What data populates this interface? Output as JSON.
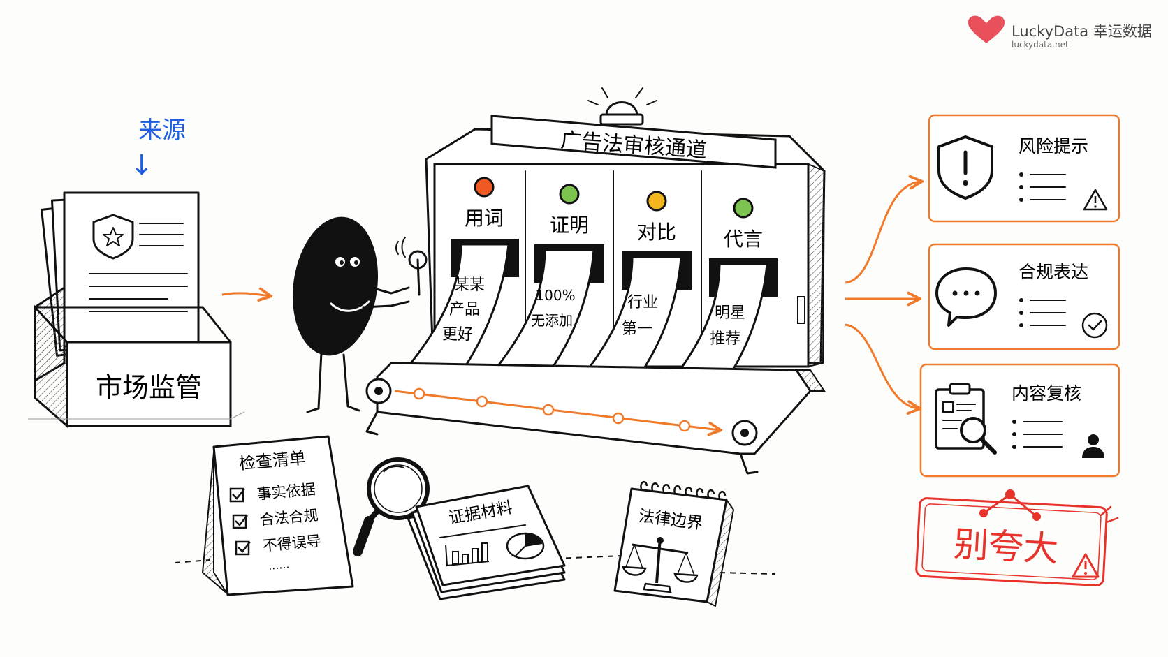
{
  "brand": {
    "name": "LuckyData 幸运数据",
    "url": "luckydata.net",
    "color": "#e8505b"
  },
  "source": {
    "label": "来源",
    "arrow": "↓",
    "label_color": "#1f5fe0",
    "box_label": "市场监管"
  },
  "machine": {
    "title": "广告法审核通道",
    "channels": [
      {
        "label": "用词",
        "light_color": "#f05a22",
        "slip_lines": [
          "某某",
          "产品",
          "更好"
        ]
      },
      {
        "label": "证明",
        "light_color": "#7cc350",
        "slip_lines": [
          "100%",
          "无添加"
        ]
      },
      {
        "label": "对比",
        "light_color": "#f2b71c",
        "slip_lines": [
          "行业",
          "第一"
        ]
      },
      {
        "label": "代言",
        "light_color": "#7cc350",
        "slip_lines": [
          "明星",
          "推荐"
        ]
      }
    ],
    "accent_color": "#f07a2a"
  },
  "checklist": {
    "title": "检查清单",
    "items": [
      "事实依据",
      "合法合规",
      "不得误导"
    ],
    "ellipsis": "......"
  },
  "evidence": {
    "title": "证据材料"
  },
  "legal": {
    "title": "法律边界"
  },
  "outputs": [
    {
      "title": "风险提示",
      "icon": "shield-exclamation-icon",
      "badge": "warning-icon"
    },
    {
      "title": "合规表达",
      "icon": "speech-bubble-icon",
      "badge": "check-circle-icon"
    },
    {
      "title": "内容复核",
      "icon": "clipboard-search-icon",
      "badge": "person-icon"
    }
  ],
  "stamp": {
    "text": "别夸大",
    "color": "#e8332b"
  }
}
